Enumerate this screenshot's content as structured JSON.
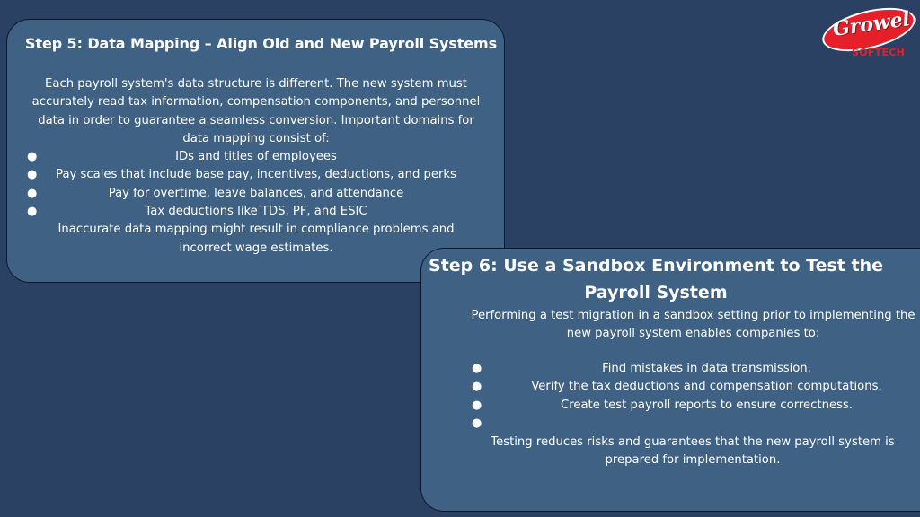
{
  "logo": {
    "name": "Growel",
    "sub": "SOFTECH"
  },
  "step5": {
    "title": "Step 5: Data Mapping – Align Old and New Payroll Systems",
    "intro": [
      "Each payroll system's data structure is different. The new system must",
      "accurately read tax information, compensation components, and personnel",
      "data in order to guarantee a seamless conversion. Important domains for",
      "data mapping consist of:"
    ],
    "bullets": [
      "IDs and titles of employees",
      "Pay scales that include base pay, incentives, deductions, and perks",
      "Pay for overtime, leave balances, and attendance",
      "Tax deductions like TDS, PF, and ESIC"
    ],
    "closing": [
      "Inaccurate data mapping might result in compliance problems and",
      "incorrect wage estimates."
    ]
  },
  "step6": {
    "title": [
      "Step 6: Use a Sandbox Environment to Test the",
      "Payroll System"
    ],
    "intro": [
      "Performing a test migration in a sandbox setting prior to implementing the",
      "new payroll system enables companies to:"
    ],
    "bullets": [
      "Find mistakes in data transmission.",
      "Verify the tax deductions and compensation computations.",
      "Create test payroll reports to ensure correctness.",
      ""
    ],
    "closing": [
      "Testing reduces risks and guarantees that the new payroll system is",
      "prepared for implementation."
    ]
  }
}
